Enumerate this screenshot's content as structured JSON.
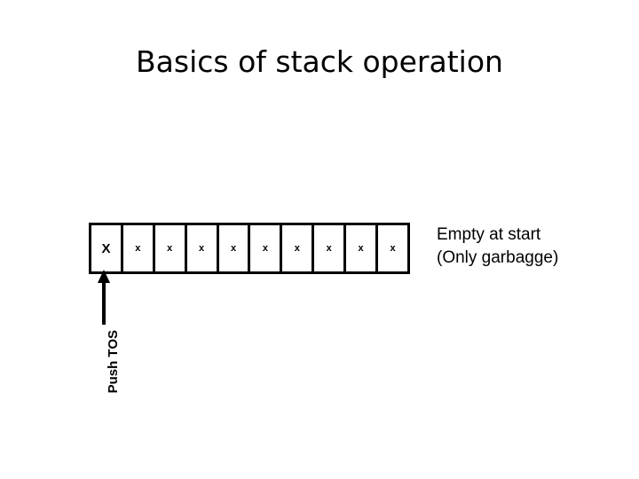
{
  "slide": {
    "title": "Basics of stack operation",
    "background_color": "#ffffff",
    "ink_color": "#000000"
  },
  "stack": {
    "cell_count": 10,
    "tos_index": 0,
    "cells": [
      {
        "label": "X",
        "is_tos": true
      },
      {
        "label": "x",
        "is_tos": false
      },
      {
        "label": "x",
        "is_tos": false
      },
      {
        "label": "x",
        "is_tos": false
      },
      {
        "label": "x",
        "is_tos": false
      },
      {
        "label": "x",
        "is_tos": false
      },
      {
        "label": "x",
        "is_tos": false
      },
      {
        "label": "x",
        "is_tos": false
      },
      {
        "label": "x",
        "is_tos": false
      },
      {
        "label": "x",
        "is_tos": false
      }
    ]
  },
  "push_pointer": {
    "label": "Push TOS",
    "direction": "up",
    "arrow_icon": "arrow-up-icon"
  },
  "annotation": {
    "line1": "Empty at start",
    "line2": "(Only garbagge)"
  }
}
